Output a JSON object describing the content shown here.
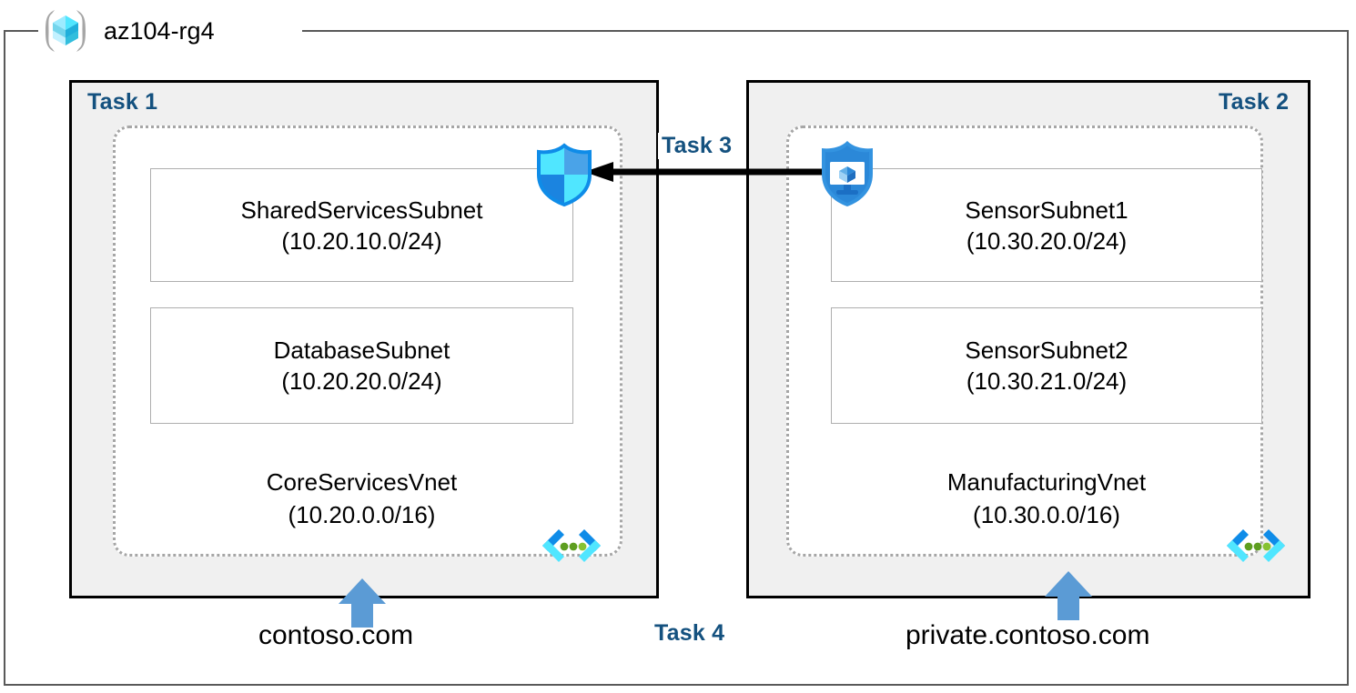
{
  "resource_group": {
    "name": "az104-rg4",
    "icon": "resource-group-cube-icon"
  },
  "tasks": {
    "task1_label": "Task 1",
    "task2_label": "Task 2",
    "task3_label": "Task 3",
    "task4_label": "Task 4"
  },
  "vnets": [
    {
      "id": "core-services",
      "name": "CoreServicesVnet",
      "cidr": "(10.20.0.0/16)",
      "dns_zone": "contoso.com",
      "endpoint_icon": "service-endpoint-icon",
      "subnets": [
        {
          "name": "SharedServicesSubnet",
          "cidr": "(10.20.10.0/24)"
        },
        {
          "name": "DatabaseSubnet",
          "cidr": "(10.20.20.0/24)"
        }
      ]
    },
    {
      "id": "manufacturing",
      "name": "ManufacturingVnet",
      "cidr": "(10.30.0.0/16)",
      "dns_zone": "private.contoso.com",
      "endpoint_icon": "service-endpoint-icon",
      "subnets": [
        {
          "name": "SensorSubnet1",
          "cidr": "(10.30.20.0/24)"
        },
        {
          "name": "SensorSubnet2",
          "cidr": "(10.30.21.0/24)"
        }
      ]
    }
  ],
  "icons": {
    "firewall_shield": "firewall-shield-icon",
    "protected_vm_shield": "protected-vm-shield-icon",
    "peering_arrow": "peering-arrow-left-icon",
    "dns_arrow": "dns-up-arrow-icon"
  },
  "colors": {
    "task_label": "#14517f",
    "panel_fill": "#f0f0f0",
    "panel_border": "#000000",
    "vnet_border": "#a6a6a6",
    "subnet_border": "#aeaeae",
    "rg_border": "#595959",
    "accent_blue": "#5b9bd5",
    "azure_cyan": "#50e6ff",
    "azure_blue": "#0078d4",
    "endpoint_green": "#5e9e20",
    "arrow_black": "#000000"
  }
}
